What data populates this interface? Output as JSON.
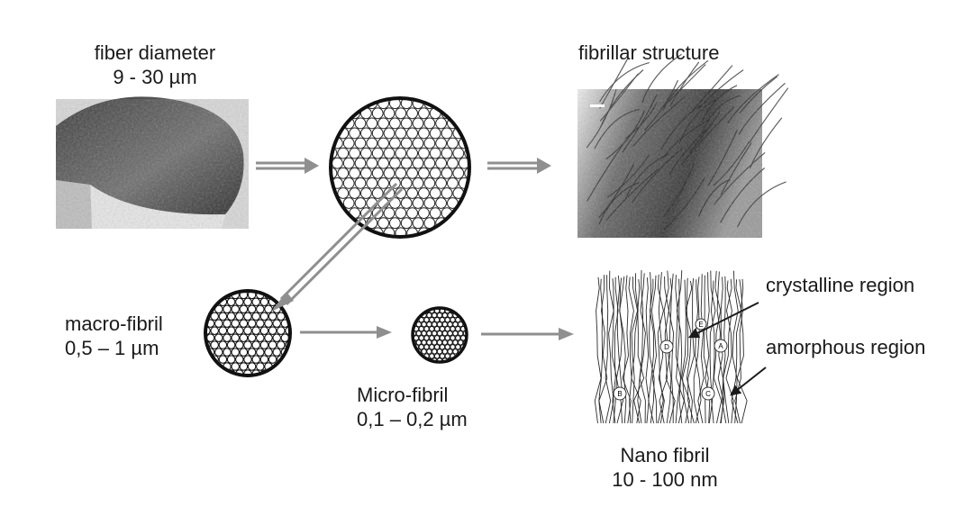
{
  "labels": {
    "fiber": {
      "line1": "fiber diameter",
      "line2": "9 - 30 µm"
    },
    "fibrillar": "fibrillar structure",
    "macro": {
      "line1": "macro-fibril",
      "line2": "0,5 – 1 µm"
    },
    "micro": {
      "line1": "Micro-fibril",
      "line2": "0,1 – 0,2 µm"
    },
    "nano": {
      "line1": "Nano fibril",
      "line2": "10 - 100 nm"
    },
    "crystalline": "crystalline region",
    "amorphous": "amorphous region",
    "nano_markers": [
      "D",
      "A",
      "B",
      "C",
      "E"
    ]
  },
  "colors": {
    "arrow": "#8f8f8f",
    "ink": "#1a1a1a",
    "micrograph_dark": "#2e2e2e",
    "micrograph_light": "#d9d9d9"
  }
}
